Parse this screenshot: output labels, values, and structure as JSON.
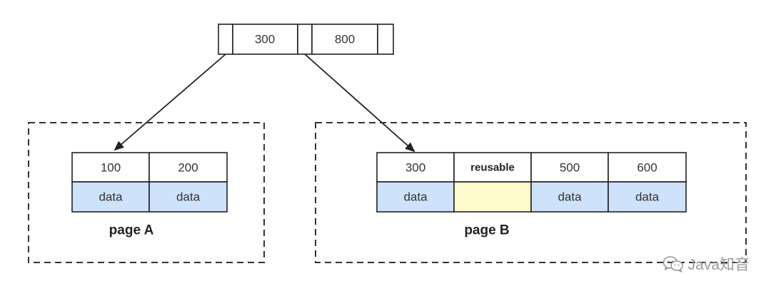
{
  "root_node": {
    "keys": [
      "300",
      "800"
    ]
  },
  "pages": [
    {
      "label": "page A",
      "keys": [
        "100",
        "200"
      ],
      "values": [
        "data",
        "data"
      ],
      "states": [
        "data",
        "data"
      ]
    },
    {
      "label": "page B",
      "keys": [
        "300",
        "reusable",
        "500",
        "600"
      ],
      "values": [
        "data",
        "",
        "data",
        "data"
      ],
      "states": [
        "data",
        "reusable",
        "data",
        "data"
      ]
    }
  ],
  "watermark": {
    "text": "Java知音",
    "icon": "wechat-icon"
  },
  "colors": {
    "data_fill": "#cfe2fb",
    "reusable_fill": "#fdfbcc",
    "stroke": "#222222",
    "dashed_border": "#333333"
  }
}
